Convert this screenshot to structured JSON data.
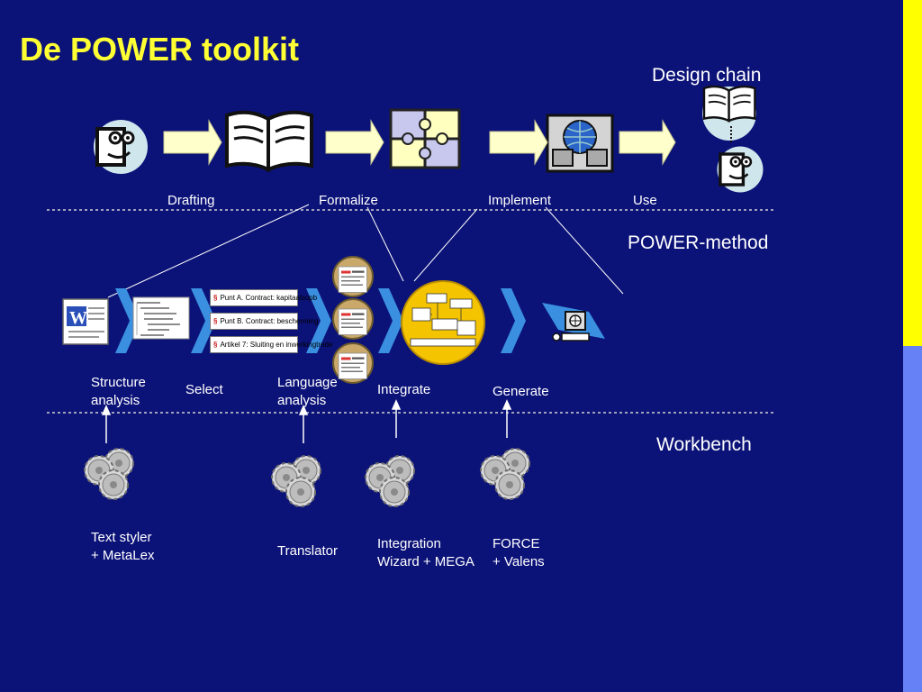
{
  "title": "De POWER toolkit",
  "sections": {
    "design_chain": "Design chain",
    "power_method": "POWER-method",
    "workbench": "Workbench"
  },
  "design_chain_steps": [
    "Drafting",
    "Formalize",
    "Implement",
    "Use"
  ],
  "method_steps": {
    "structure": [
      "Structure",
      "analysis"
    ],
    "select": "Select",
    "language": [
      "Language",
      "analysis"
    ],
    "integrate": "Integrate",
    "generate": "Generate"
  },
  "select_items": [
    "Punt A. Contract: kapitaalsopb",
    "Punt B. Contract: bescherming",
    "Artikel 7: Sluiting en inwerkingtrede"
  ],
  "tools": {
    "text_styler": [
      "Text styler",
      "+ MetaLex"
    ],
    "translator": "Translator",
    "integration": [
      "Integration",
      "Wizard + MEGA"
    ],
    "force": [
      "FORCE",
      "+ Valens"
    ]
  },
  "icons": {
    "word_doc": "word-document-icon",
    "gear": "gear-cluster-icon",
    "book": "open-book-icon",
    "puzzle": "puzzle-icon",
    "globe": "globe-computers-icon",
    "face": "face-icon"
  },
  "colors": {
    "background": "#0c1378",
    "title": "#ffff33",
    "sidebar_top": "#ffff00",
    "sidebar_bottom": "#6680f5",
    "arrow_fill": "#ffffcc"
  }
}
